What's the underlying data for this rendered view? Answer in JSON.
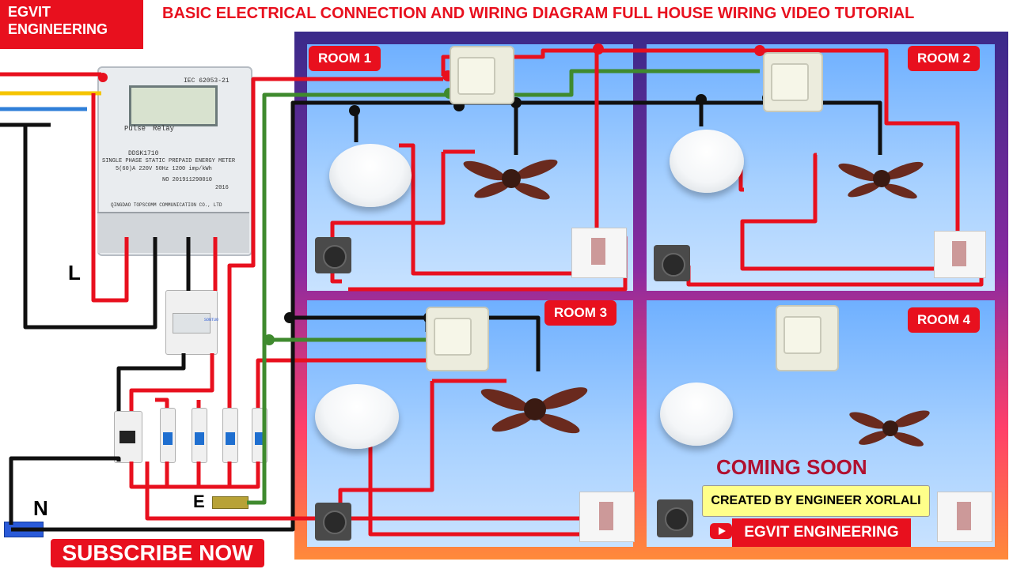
{
  "brand": {
    "line1": "EGVIT",
    "line2": "ENGINEERING"
  },
  "title": "BASIC ELECTRICAL CONNECTION AND WIRING DIAGRAM FULL HOUSE WIRING VIDEO TUTORIAL",
  "rooms": [
    {
      "label": "ROOM 1"
    },
    {
      "label": "ROOM 2"
    },
    {
      "label": "ROOM 3"
    },
    {
      "label": "ROOM 4"
    }
  ],
  "terminals": {
    "live": "L",
    "neutral": "N",
    "earth": "E"
  },
  "meter": {
    "labels": [
      "Pulse",
      "Relay"
    ],
    "lines": [
      "IEC 62053-21",
      "DDSK1710",
      "SINGLE PHASE STATIC PREPAID ENERGY METER",
      "5(60)A 220V 50Hz 1200 imp/kWh",
      "NO 201911290010",
      "2016",
      "QINGDAO TOPSCOMM COMMUNICATION CO., LTD"
    ]
  },
  "rccb_label": "SONTUO",
  "coming_soon": "COMING SOON",
  "credit": "CREATED BY ENGINEER XORLALI",
  "channel": "EGVIT ENGINEERING",
  "subscribe": "SUBSCRIBE NOW",
  "colors": {
    "live": "#e8101e",
    "neutral": "#101010",
    "earth": "#3f8a2e",
    "yellow": "#f5c400",
    "blue": "#2f7fd8",
    "label_bg": "#e8101e"
  }
}
